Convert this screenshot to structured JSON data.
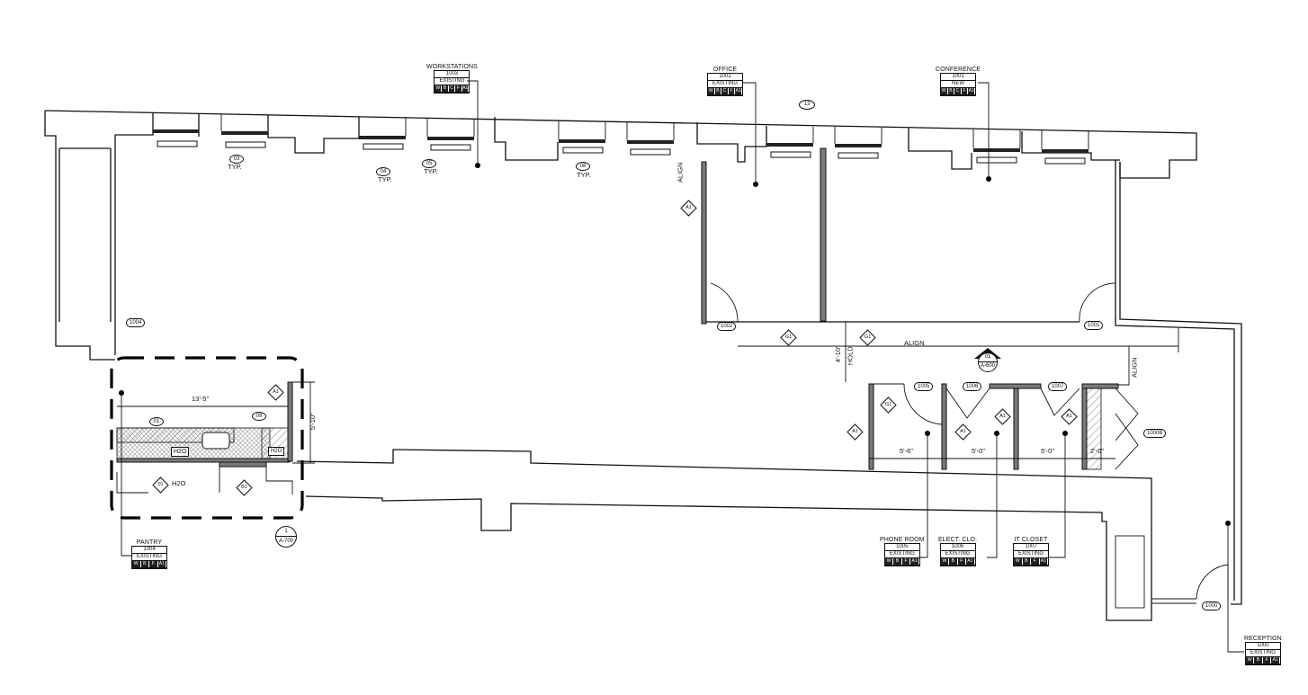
{
  "drawing": {
    "type": "floor-plan",
    "rooms": [
      {
        "key": "workstations",
        "name": "WORKSTATIONS",
        "number": "1003",
        "status": "EXISTING",
        "finishes": [
          "W",
          "B",
          "C",
          "F",
          "A1"
        ]
      },
      {
        "key": "office",
        "name": "OFFICE",
        "number": "1002",
        "status": "EXISTING",
        "finishes": [
          "W",
          "B",
          "C",
          "F",
          "A1"
        ]
      },
      {
        "key": "conference",
        "name": "CONFERENCE",
        "number": "1001",
        "status": "NEW",
        "finishes": [
          "W",
          "B",
          "C",
          "F",
          "A1"
        ]
      },
      {
        "key": "pantry",
        "name": "PANTRY",
        "number": "1004",
        "status": "EXISTING",
        "finishes": [
          "W",
          "B",
          "F",
          "A1"
        ]
      },
      {
        "key": "phone_room",
        "name": "PHONE ROOM",
        "number": "1005",
        "status": "EXISTING",
        "finishes": [
          "W",
          "B",
          "F",
          "A1"
        ]
      },
      {
        "key": "elect_clo",
        "name": "ELECT. CLO.",
        "number": "1006",
        "status": "EXISTING",
        "finishes": [
          "W",
          "B",
          "F",
          "A1"
        ]
      },
      {
        "key": "it_closet",
        "name": "IT CLOSET",
        "number": "1007",
        "status": "EXISTING",
        "finishes": [
          "W",
          "B",
          "F",
          "A1"
        ]
      },
      {
        "key": "reception",
        "name": "RECEPTION",
        "number": "1000",
        "status": "EXISTING",
        "finishes": [
          "W",
          "B",
          "F",
          "A1"
        ]
      }
    ],
    "door_tags": [
      "1004",
      "1002",
      "1001",
      "1005",
      "1006",
      "1007",
      "1000B",
      "1000"
    ],
    "keynotes": [
      {
        "id": "03",
        "note": "TYP."
      },
      {
        "id": "04",
        "note": "TYP."
      },
      {
        "id": "05",
        "note": "TYP."
      },
      {
        "id": "08",
        "note": "TYP."
      },
      {
        "id": "13",
        "note": ""
      },
      {
        "id": "01",
        "note": ""
      },
      {
        "id": "09",
        "note": ""
      }
    ],
    "wall_types": [
      "A1",
      "G1",
      "B1",
      "01"
    ],
    "dimensions": {
      "pantry_width": "13'-5\"",
      "pantry_depth": "5'-10\"",
      "hold": "4'-10\"",
      "hold_label": "HOLD",
      "phone_room": "5'-6\"",
      "elect_clo": "5'-0\"",
      "it_closet": "5'-0\"",
      "chase": "2'-0\""
    },
    "annotations": {
      "align": "ALIGN",
      "h2o": "H2O",
      "typ": "TYP."
    },
    "section_callout": {
      "number": "01",
      "sheet": "A-600"
    },
    "detail_callout": {
      "number": "1",
      "sheet": "A-700"
    }
  }
}
